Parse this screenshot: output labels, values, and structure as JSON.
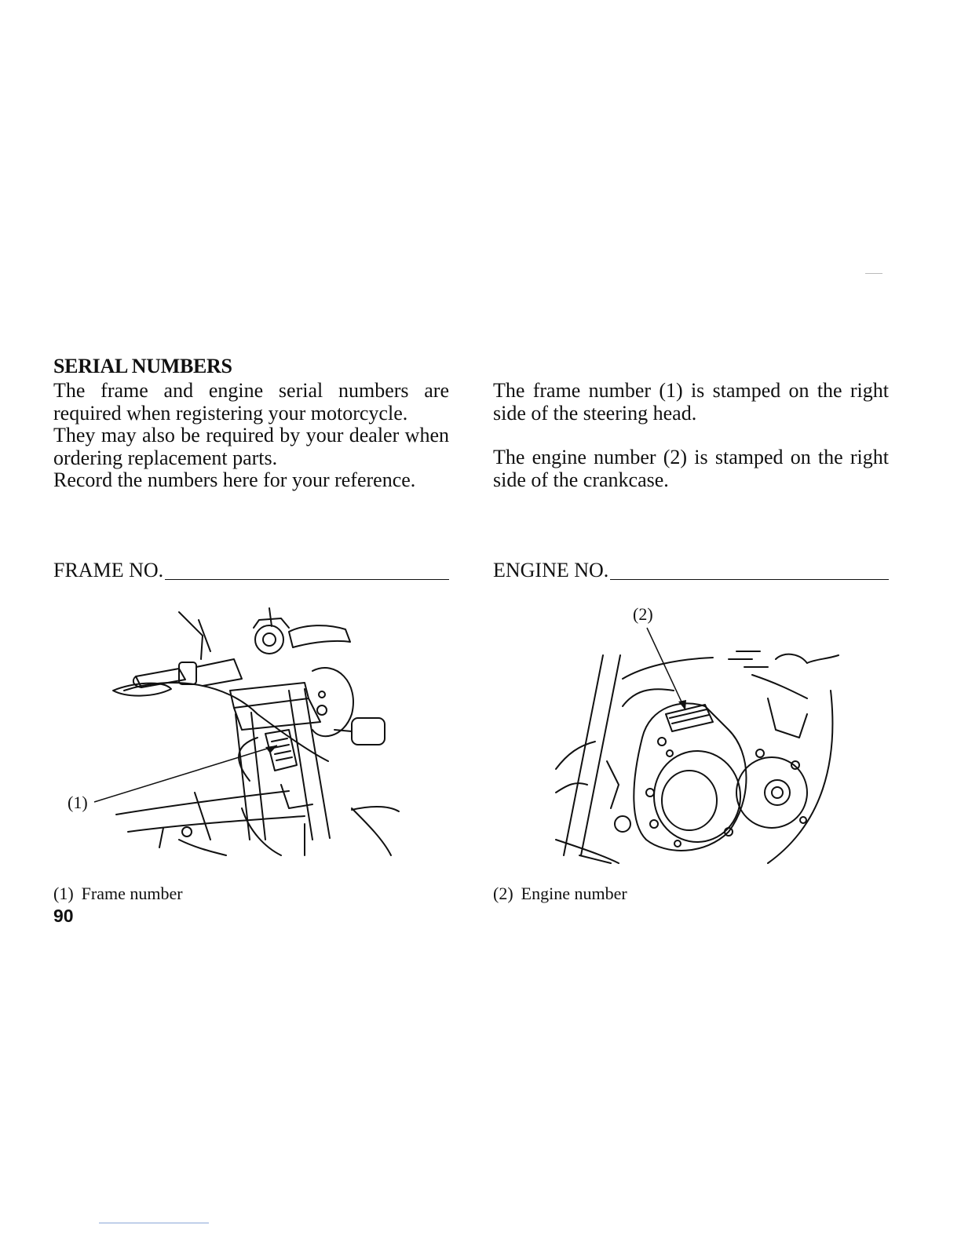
{
  "section": {
    "title": "SERIAL NUMBERS",
    "intro": [
      "The frame and engine serial numbers are required when registering your motorcycle.",
      "They may also be required by your dealer when ordering replacement parts.",
      "Record the numbers here for your reference."
    ]
  },
  "right_text": [
    "The frame number (1) is stamped on the right side of the steering head.",
    "The engine number (2) is stamped on the right side of the crankcase."
  ],
  "fields": {
    "frame_label": "FRAME NO.",
    "engine_label": "ENGINE NO."
  },
  "figures": {
    "frame": {
      "callout": "(1)",
      "caption_num": "(1)",
      "caption_text": "Frame number"
    },
    "engine": {
      "callout": "(2)",
      "caption_num": "(2)",
      "caption_text": "Engine number"
    }
  },
  "page_number": "90"
}
